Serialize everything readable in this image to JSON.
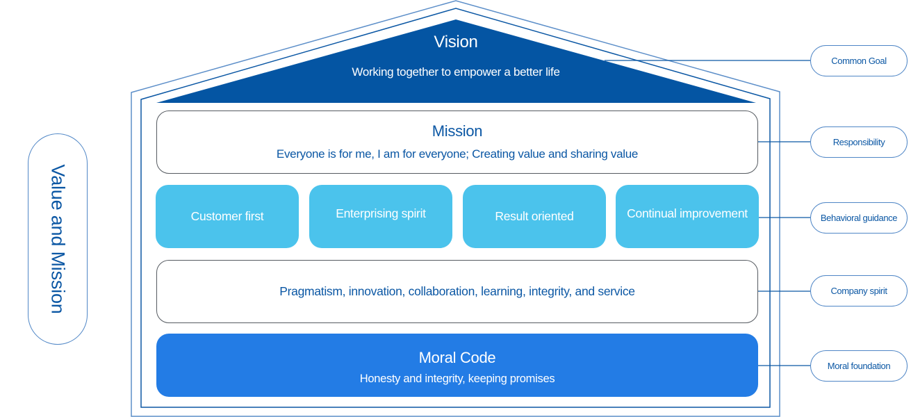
{
  "colors": {
    "vision_fill": "#0455a3",
    "outer_frame": "#5d8fc9",
    "inner_frame": "#0b57a4",
    "mission_border": "#555a60",
    "value_card_fill": "#4bc3ec",
    "moral_fill": "#237ce5",
    "text_blue": "#0b57a4",
    "connector": "#0b57a4"
  },
  "vision": {
    "title": "Vision",
    "subtitle": "Working together to empower a better life"
  },
  "mission": {
    "title": "Mission",
    "subtitle": "Everyone is for me, I am for everyone; Creating value and sharing value"
  },
  "values": [
    {
      "label": "Customer first"
    },
    {
      "label": "Enterprising spirit"
    },
    {
      "label": "Result oriented"
    },
    {
      "label": "Continual improvement"
    }
  ],
  "spirit": {
    "text": "Pragmatism, innovation, collaboration, learning, integrity, and service"
  },
  "moral_code": {
    "title": "Moral Code",
    "subtitle": "Honesty and integrity, keeping promises"
  },
  "side_labels": [
    {
      "label": "Common Goal",
      "connects_to": "vision"
    },
    {
      "label": "Responsibility",
      "connects_to": "mission"
    },
    {
      "label": "Behavioral guidance",
      "connects_to": "values"
    },
    {
      "label": "Company spirit",
      "connects_to": "spirit"
    },
    {
      "label": "Moral foundation",
      "connects_to": "moral_code"
    }
  ],
  "left_label": "Value and Mission"
}
